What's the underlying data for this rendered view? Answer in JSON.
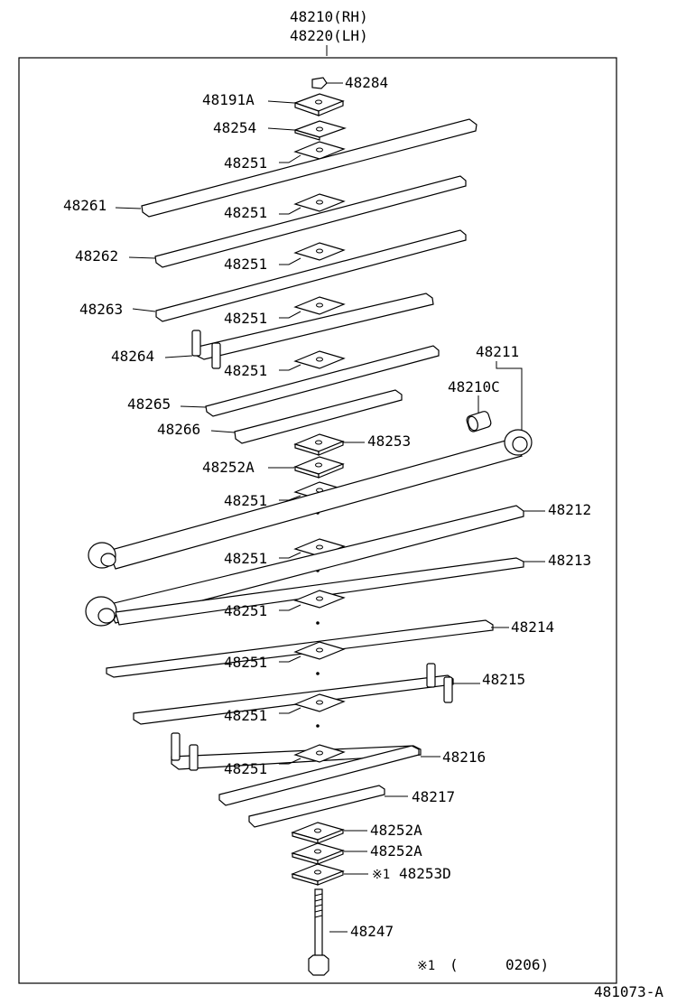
{
  "assembly": {
    "rh": "48210(RH)",
    "lh": "48220(LH)"
  },
  "parts": {
    "p48284": "48284",
    "p48191A": "48191A",
    "p48254": "48254",
    "p48251": "48251",
    "p48261": "48261",
    "p48262": "48262",
    "p48263": "48263",
    "p48264": "48264",
    "p48265": "48265",
    "p48266": "48266",
    "p48253": "48253",
    "p48252A": "48252A",
    "p48211": "48211",
    "p48210C": "48210C",
    "p48212": "48212",
    "p48213": "48213",
    "p48214": "48214",
    "p48215": "48215",
    "p48216": "48216",
    "p48217": "48217",
    "p48253D": "48253D",
    "p48247": "48247"
  },
  "note": {
    "marker": "※1",
    "mark": "※1",
    "paren_open": "(",
    "range": "0206)"
  },
  "figure_code": "481073-A"
}
